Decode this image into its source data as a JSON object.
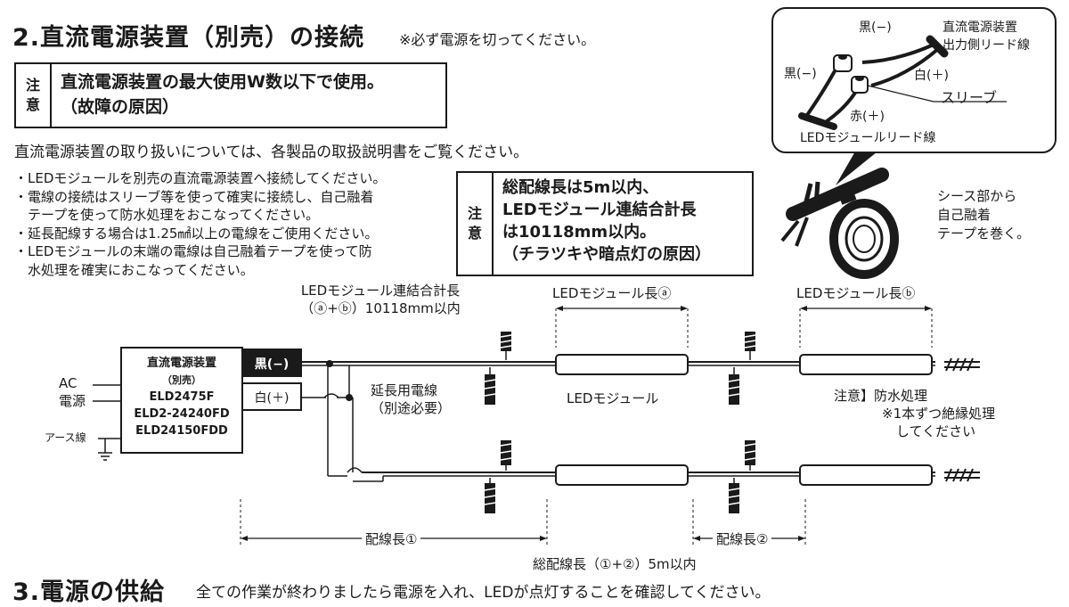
{
  "section2": {
    "title": "2.直流電源装置（別売）の接続",
    "power_off_note": "※必ず電源を切ってください。"
  },
  "caution1": {
    "tag_line1": "注",
    "tag_line2": "意",
    "line1": "直流電源装置の最大使用W数以下で使用。",
    "line2": "（故障の原因）"
  },
  "intro_text": "直流電源装置の取り扱いについては、各製品の取扱説明書をご覧ください。",
  "bullets": [
    "・LEDモジュールを別売の直流電源装置へ接続してください。",
    "・電線の接続はスリーブ等を使って確実に接続し、自己融着",
    "　テープを使って防水処理をおこなってください。",
    "・延長配線する場合は1.25㎟以上の電線をご使用ください。",
    "・LEDモジュールの末端の電線は自己融着テープを使って防",
    "　水処理を確実におこなってください。"
  ],
  "caution2": {
    "tag_line1": "注",
    "tag_line2": "意",
    "line1": "総配線長は5m以内、",
    "line2": "LEDモジュール連結合計長",
    "line3": "は10118mm以内。",
    "line4": "（チラツキや暗点灯の原因）"
  },
  "inset": {
    "black_minus_top": "黒(−)",
    "psu_lead_line1": "直流電源装置",
    "psu_lead_line2": "出力側リード線",
    "black_minus_left": "黒(−)",
    "white_plus": "白(＋)",
    "sleeve": "スリーブ",
    "red_plus": "赤(＋)",
    "led_lead": "LEDモジュールリード線"
  },
  "tape_note": {
    "line1": "シース部から",
    "line2": "自己融着",
    "line3": "テープを巻く。"
  },
  "diagram": {
    "ac_line1": "AC",
    "ac_line2": "電源",
    "earth": "アース線",
    "psu_title": "直流電源装置",
    "psu_sub": "（別売）",
    "psu_model1": "ELD2475F",
    "psu_model2": "ELD2-24240FD",
    "psu_model3": "ELD24150FDD",
    "terminal_black": "黒(−)",
    "terminal_white": "白(＋)",
    "ext_wire_line1": "延長用電線",
    "ext_wire_line2": "（別途必要）",
    "module_label": "LEDモジュール",
    "total_length_line1": "LEDモジュール連結合計長",
    "total_length_line2": "（ⓐ+ⓑ）10118mm以内",
    "module_len_a": "LEDモジュール長ⓐ",
    "module_len_b": "LEDモジュール長ⓑ",
    "waterproof_line1": "注意】防水処理",
    "waterproof_line2": "※1本ずつ絶縁処理",
    "waterproof_line3": "してください",
    "wiring_len_1": "配線長①",
    "wiring_len_2": "配線長②",
    "total_wiring": "総配線長（①+②）5m以内"
  },
  "section3": {
    "title": "3.電源の供給",
    "text": "全ての作業が終わりましたら電源を入れ、LEDが点灯することを確認してください。"
  }
}
